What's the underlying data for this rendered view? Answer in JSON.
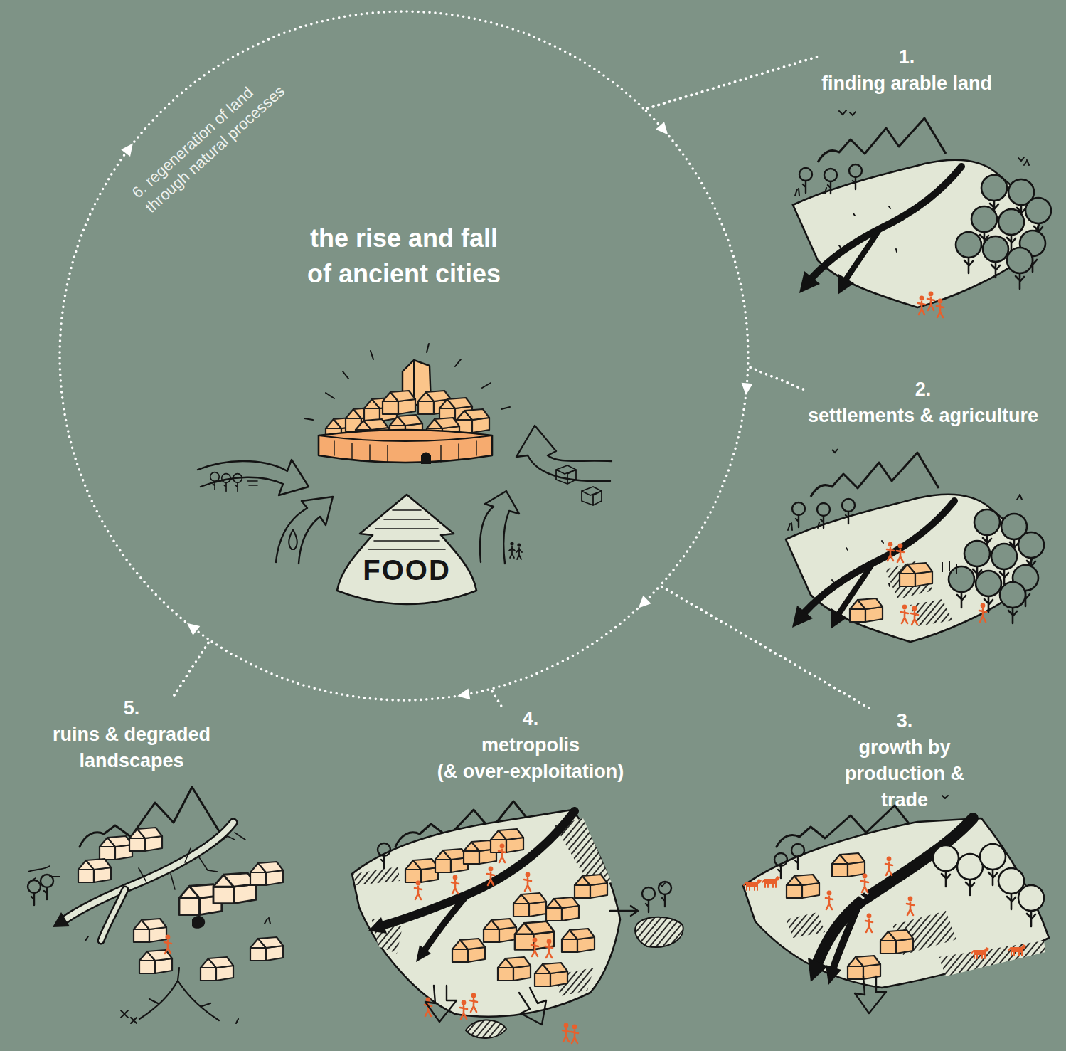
{
  "diagram": {
    "title": "the rise and fall of ancient cities",
    "nodes": [
      {
        "text": [
          "1.",
          "finding arable land"
        ]
      },
      {
        "text": [
          "2.",
          "settlements & agriculture"
        ]
      },
      {
        "text": [
          "3.",
          "growth by production & trade"
        ]
      },
      {
        "text": [
          "4.",
          "metropolis",
          "(& over-exploitation)"
        ]
      },
      {
        "text": [
          "5.",
          "ruins & degraded landscapes"
        ]
      },
      {
        "text": [
          "FOOD"
        ]
      }
    ],
    "edges": [
      {
        "from": 0,
        "to": 1,
        "arrow": "to"
      },
      {
        "from": 1,
        "to": 2,
        "arrow": "to"
      },
      {
        "from": 2,
        "to": 3,
        "arrow": "to"
      },
      {
        "from": 3,
        "to": 4,
        "arrow": "to"
      },
      {
        "from": 4,
        "to": 0,
        "arrow": "to",
        "label": "6. regeneration of land through natural processes"
      }
    ]
  }
}
